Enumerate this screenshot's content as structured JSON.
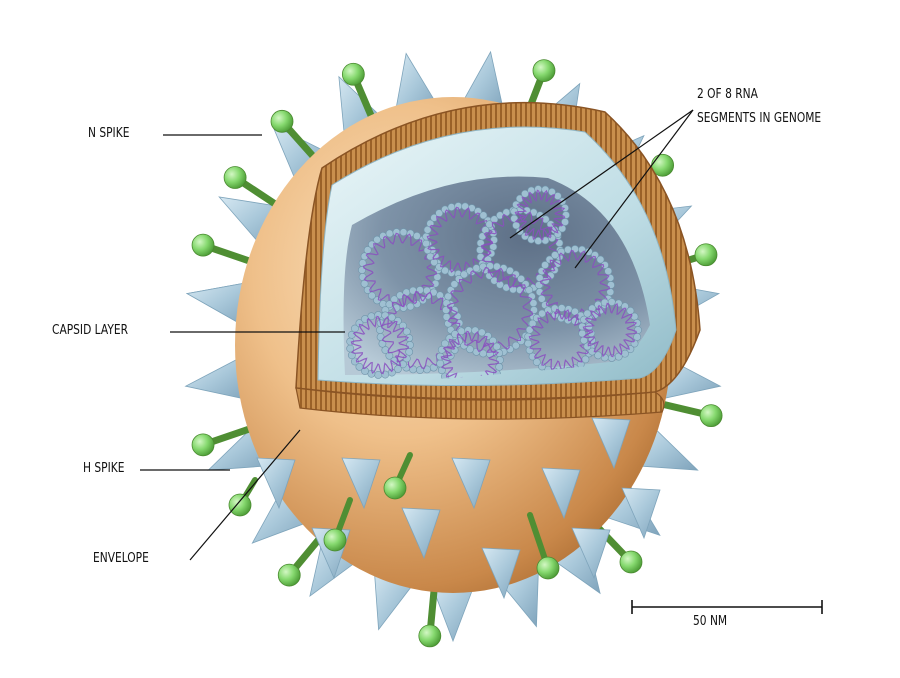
{
  "diagram": {
    "labels": {
      "n_spike": "N SPIKE",
      "rna_line1": "2 OF 8 RNA",
      "rna_line2": "SEGMENTS IN GENOME",
      "capsid": "CAPSID LAYER",
      "h_spike": "H SPIKE",
      "envelope": "ENVELOPE",
      "scale": "50 NM"
    },
    "colors": {
      "envelope": "#e8b477",
      "envelope_shadow": "#b87a3e",
      "spike_h": "#a9c8da",
      "spike_n_stalk": "#5f9a3c",
      "spike_n_head": "#7ed36a",
      "capsid_inner": "#d8eef2",
      "rna": "#8fb2c6",
      "helix": "#8a4fc0",
      "leader": "#111111"
    },
    "icons": [
      "n-spike-icon",
      "h-spike-icon"
    ]
  }
}
